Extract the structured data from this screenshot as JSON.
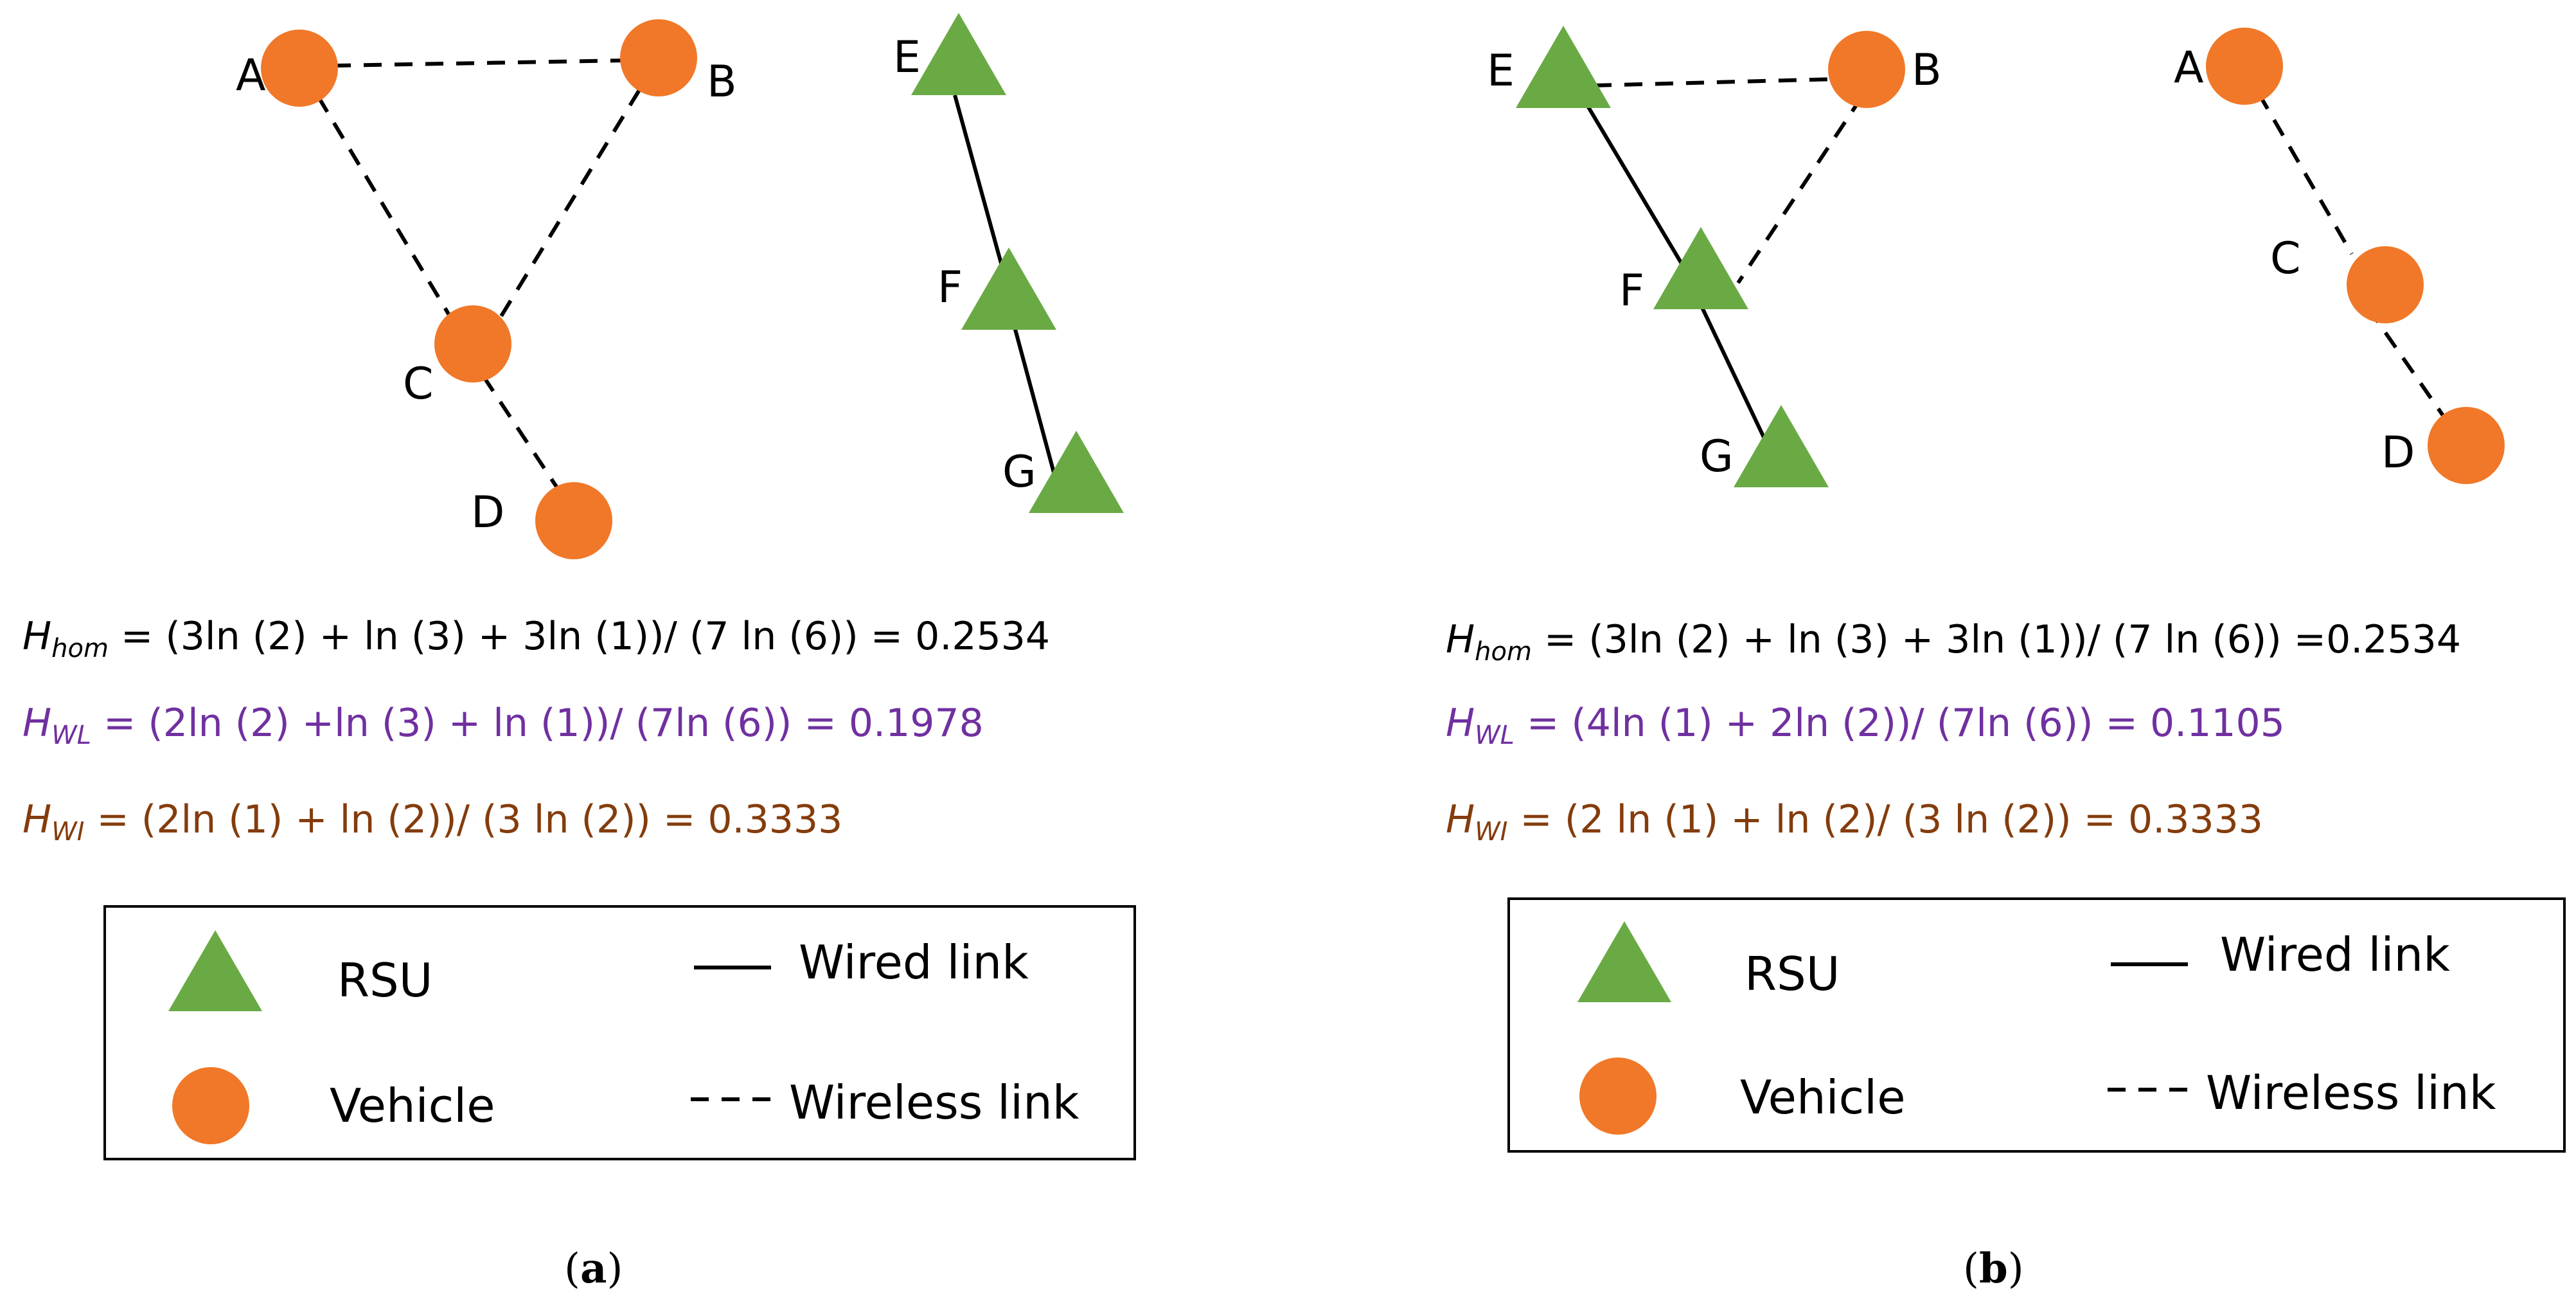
{
  "colors": {
    "vehicle": "#F07828",
    "rsu": "#6AAA45",
    "black": "#000000",
    "wl_eq": "#7030A0",
    "wi_eq": "#843C0C"
  },
  "panels": [
    {
      "caption_open": "(",
      "caption_letter": "a",
      "caption_close": ")",
      "nodes": [
        {
          "label": "A",
          "kind": "vehicle"
        },
        {
          "label": "B",
          "kind": "vehicle"
        },
        {
          "label": "C",
          "kind": "vehicle"
        },
        {
          "label": "D",
          "kind": "vehicle"
        },
        {
          "label": "E",
          "kind": "rsu"
        },
        {
          "label": "F",
          "kind": "rsu"
        },
        {
          "label": "G",
          "kind": "rsu"
        }
      ],
      "edges": [
        {
          "from": "A",
          "to": "B",
          "type": "wireless"
        },
        {
          "from": "A",
          "to": "C",
          "type": "wireless"
        },
        {
          "from": "B",
          "to": "C",
          "type": "wireless"
        },
        {
          "from": "C",
          "to": "D",
          "type": "wireless"
        },
        {
          "from": "E",
          "to": "F",
          "type": "wired"
        },
        {
          "from": "F",
          "to": "G",
          "type": "wired"
        }
      ],
      "equations": {
        "hom": {
          "h": "H",
          "sub": "hom",
          "rest": " = (3ln (2) + ln (3) + 3ln (1))/ (7 ln (6)) = 0.2534"
        },
        "wl": {
          "h": "H",
          "sub": "WL",
          "rest": " = (2ln (2) +ln (3) + ln (1))/ (7ln (6)) = 0.1978"
        },
        "wi": {
          "h": "H",
          "sub": "WI",
          "rest": " = (2ln (1) + ln (2))/ (3 ln (2)) = 0.3333"
        }
      }
    },
    {
      "caption_open": "(",
      "caption_letter": "b",
      "caption_close": ")",
      "nodes": [
        {
          "label": "E",
          "kind": "rsu"
        },
        {
          "label": "B",
          "kind": "vehicle"
        },
        {
          "label": "F",
          "kind": "rsu"
        },
        {
          "label": "G",
          "kind": "rsu"
        },
        {
          "label": "A",
          "kind": "vehicle"
        },
        {
          "label": "C",
          "kind": "vehicle"
        },
        {
          "label": "D",
          "kind": "vehicle"
        }
      ],
      "edges": [
        {
          "from": "E",
          "to": "B",
          "type": "wireless"
        },
        {
          "from": "E",
          "to": "F",
          "type": "wired"
        },
        {
          "from": "B",
          "to": "F",
          "type": "wireless"
        },
        {
          "from": "F",
          "to": "G",
          "type": "wired"
        },
        {
          "from": "A",
          "to": "C",
          "type": "wireless"
        },
        {
          "from": "C",
          "to": "D",
          "type": "wireless"
        }
      ],
      "equations": {
        "hom": {
          "h": "H",
          "sub": "hom",
          "rest": " = (3ln (2) + ln (3) + 3ln (1))/ (7 ln (6)) =0.2534"
        },
        "wl": {
          "h": "H",
          "sub": "WL",
          "rest": " = (4ln (1) + 2ln (2))/ (7ln (6)) = 0.1105"
        },
        "wi": {
          "h": "H",
          "sub": "WI",
          "rest": " = (2 ln (1) + ln (2)/ (3 ln (2)) = 0.3333"
        }
      }
    }
  ],
  "legend": {
    "rsu": "RSU",
    "vehicle": "Vehicle",
    "wired": "Wired link",
    "wireless": "Wireless link"
  }
}
